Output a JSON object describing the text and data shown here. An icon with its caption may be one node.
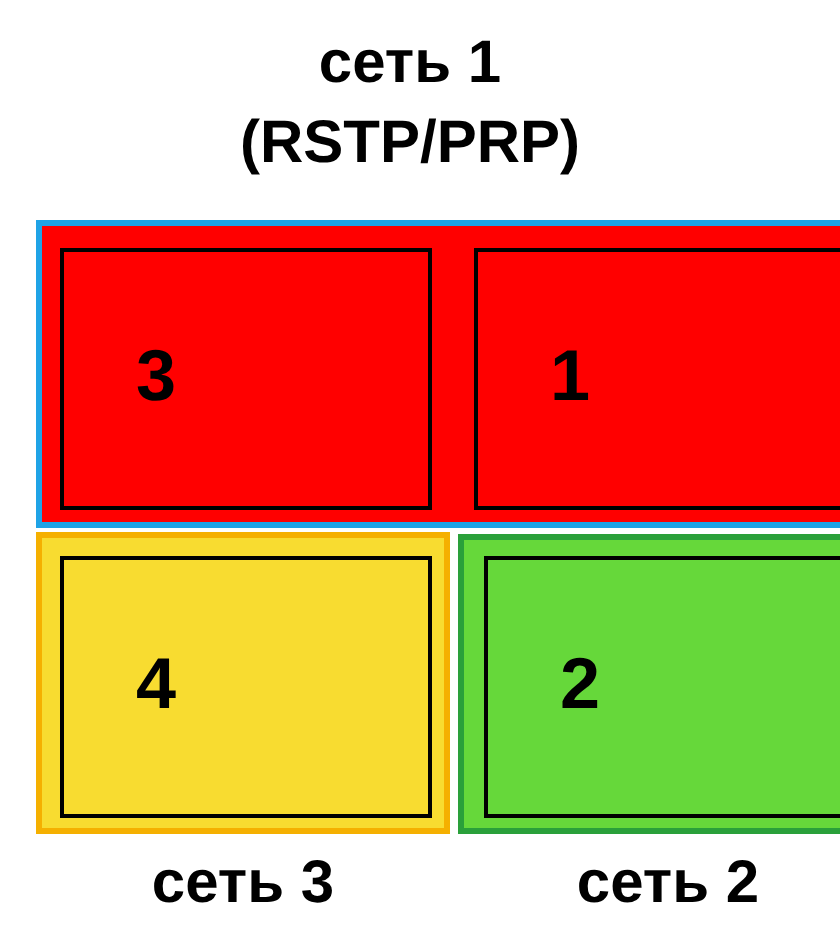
{
  "diagram": {
    "nodes": [
      {
        "text": [
          "сеть 1 (RSTP/PRP)"
        ]
      },
      {
        "text": [
          "3"
        ],
        "in": 0
      },
      {
        "text": [
          "1"
        ],
        "in": 0
      },
      {
        "text": [
          "сеть 3"
        ]
      },
      {
        "text": [
          "4"
        ],
        "in": 3
      },
      {
        "text": [
          "сеть 2"
        ]
      },
      {
        "text": [
          "2"
        ],
        "in": 5
      }
    ]
  }
}
